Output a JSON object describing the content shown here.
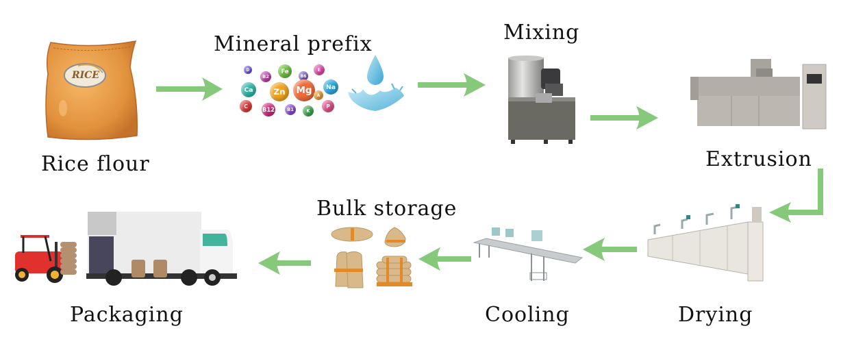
{
  "title": "Fortified rice production process",
  "colors": {
    "arrow": "#86c97a",
    "text": "#111111"
  },
  "steps": [
    {
      "id": "rice-flour",
      "label": "Rice flour",
      "icon": "rice-bag-icon",
      "bag_text": "RICE"
    },
    {
      "id": "mineral-prefix",
      "label": "Mineral prefix",
      "icon": "minerals-and-water-icon"
    },
    {
      "id": "mixing",
      "label": "Mixing",
      "icon": "mixer-machine-icon"
    },
    {
      "id": "extrusion",
      "label": "Extrusion",
      "icon": "extruder-machine-icon"
    },
    {
      "id": "drying",
      "label": "Drying",
      "icon": "dryer-machine-icon"
    },
    {
      "id": "cooling",
      "label": "Cooling",
      "icon": "cooling-conveyor-icon"
    },
    {
      "id": "bulk-storage",
      "label": "Bulk storage",
      "icon": "sacks-icon"
    },
    {
      "id": "packaging",
      "label": "Packaging",
      "icon": "truck-forklift-icon"
    }
  ],
  "minerals": [
    "D",
    "B2",
    "Fe",
    "B6",
    "E",
    "Ca",
    "Zn",
    "Mg",
    "A",
    "Na",
    "C",
    "B12",
    "B1",
    "K",
    "P"
  ],
  "flow": [
    [
      "Rice flour",
      "Mineral prefix"
    ],
    [
      "Mineral prefix",
      "Mixing"
    ],
    [
      "Mixing",
      "Extrusion"
    ],
    [
      "Extrusion",
      "Drying"
    ],
    [
      "Drying",
      "Cooling"
    ],
    [
      "Cooling",
      "Bulk storage"
    ],
    [
      "Bulk storage",
      "Packaging"
    ]
  ]
}
